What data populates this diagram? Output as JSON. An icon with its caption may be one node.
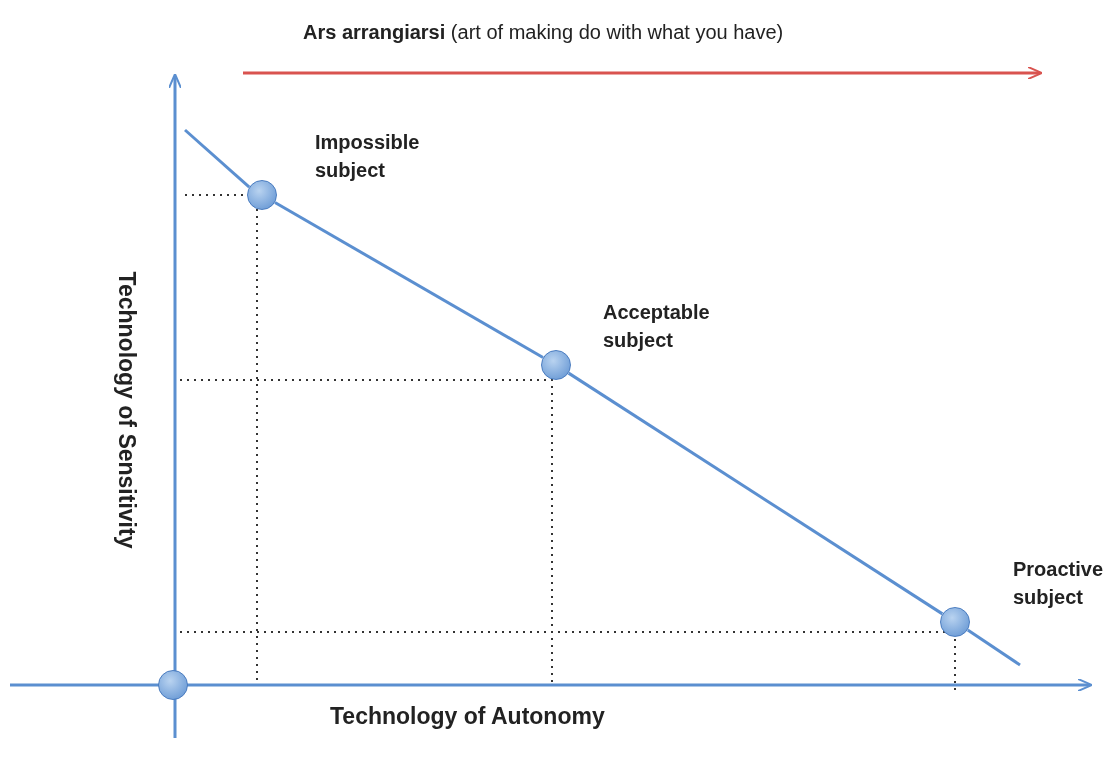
{
  "diagram": {
    "title": "**Ars arrangiarsi** (art of making do with what you have)",
    "nodes": [
      {
        "text": [],
        "shape": "circle",
        "beside": [
          "Impossible subject"
        ]
      },
      {
        "text": [],
        "shape": "circle",
        "beside": [
          "Acceptable subject"
        ]
      },
      {
        "text": [],
        "shape": "circle",
        "beside": [
          "Proactive subject"
        ]
      },
      {
        "text": [],
        "shape": "circle"
      }
    ],
    "edges": [
      {
        "from": 0,
        "to": 1,
        "arrow": "none"
      },
      {
        "from": 1,
        "to": 2,
        "arrow": "none"
      }
    ],
    "labels": [
      "Technology of Sensitivity",
      "Technology of Autonomy"
    ]
  }
}
